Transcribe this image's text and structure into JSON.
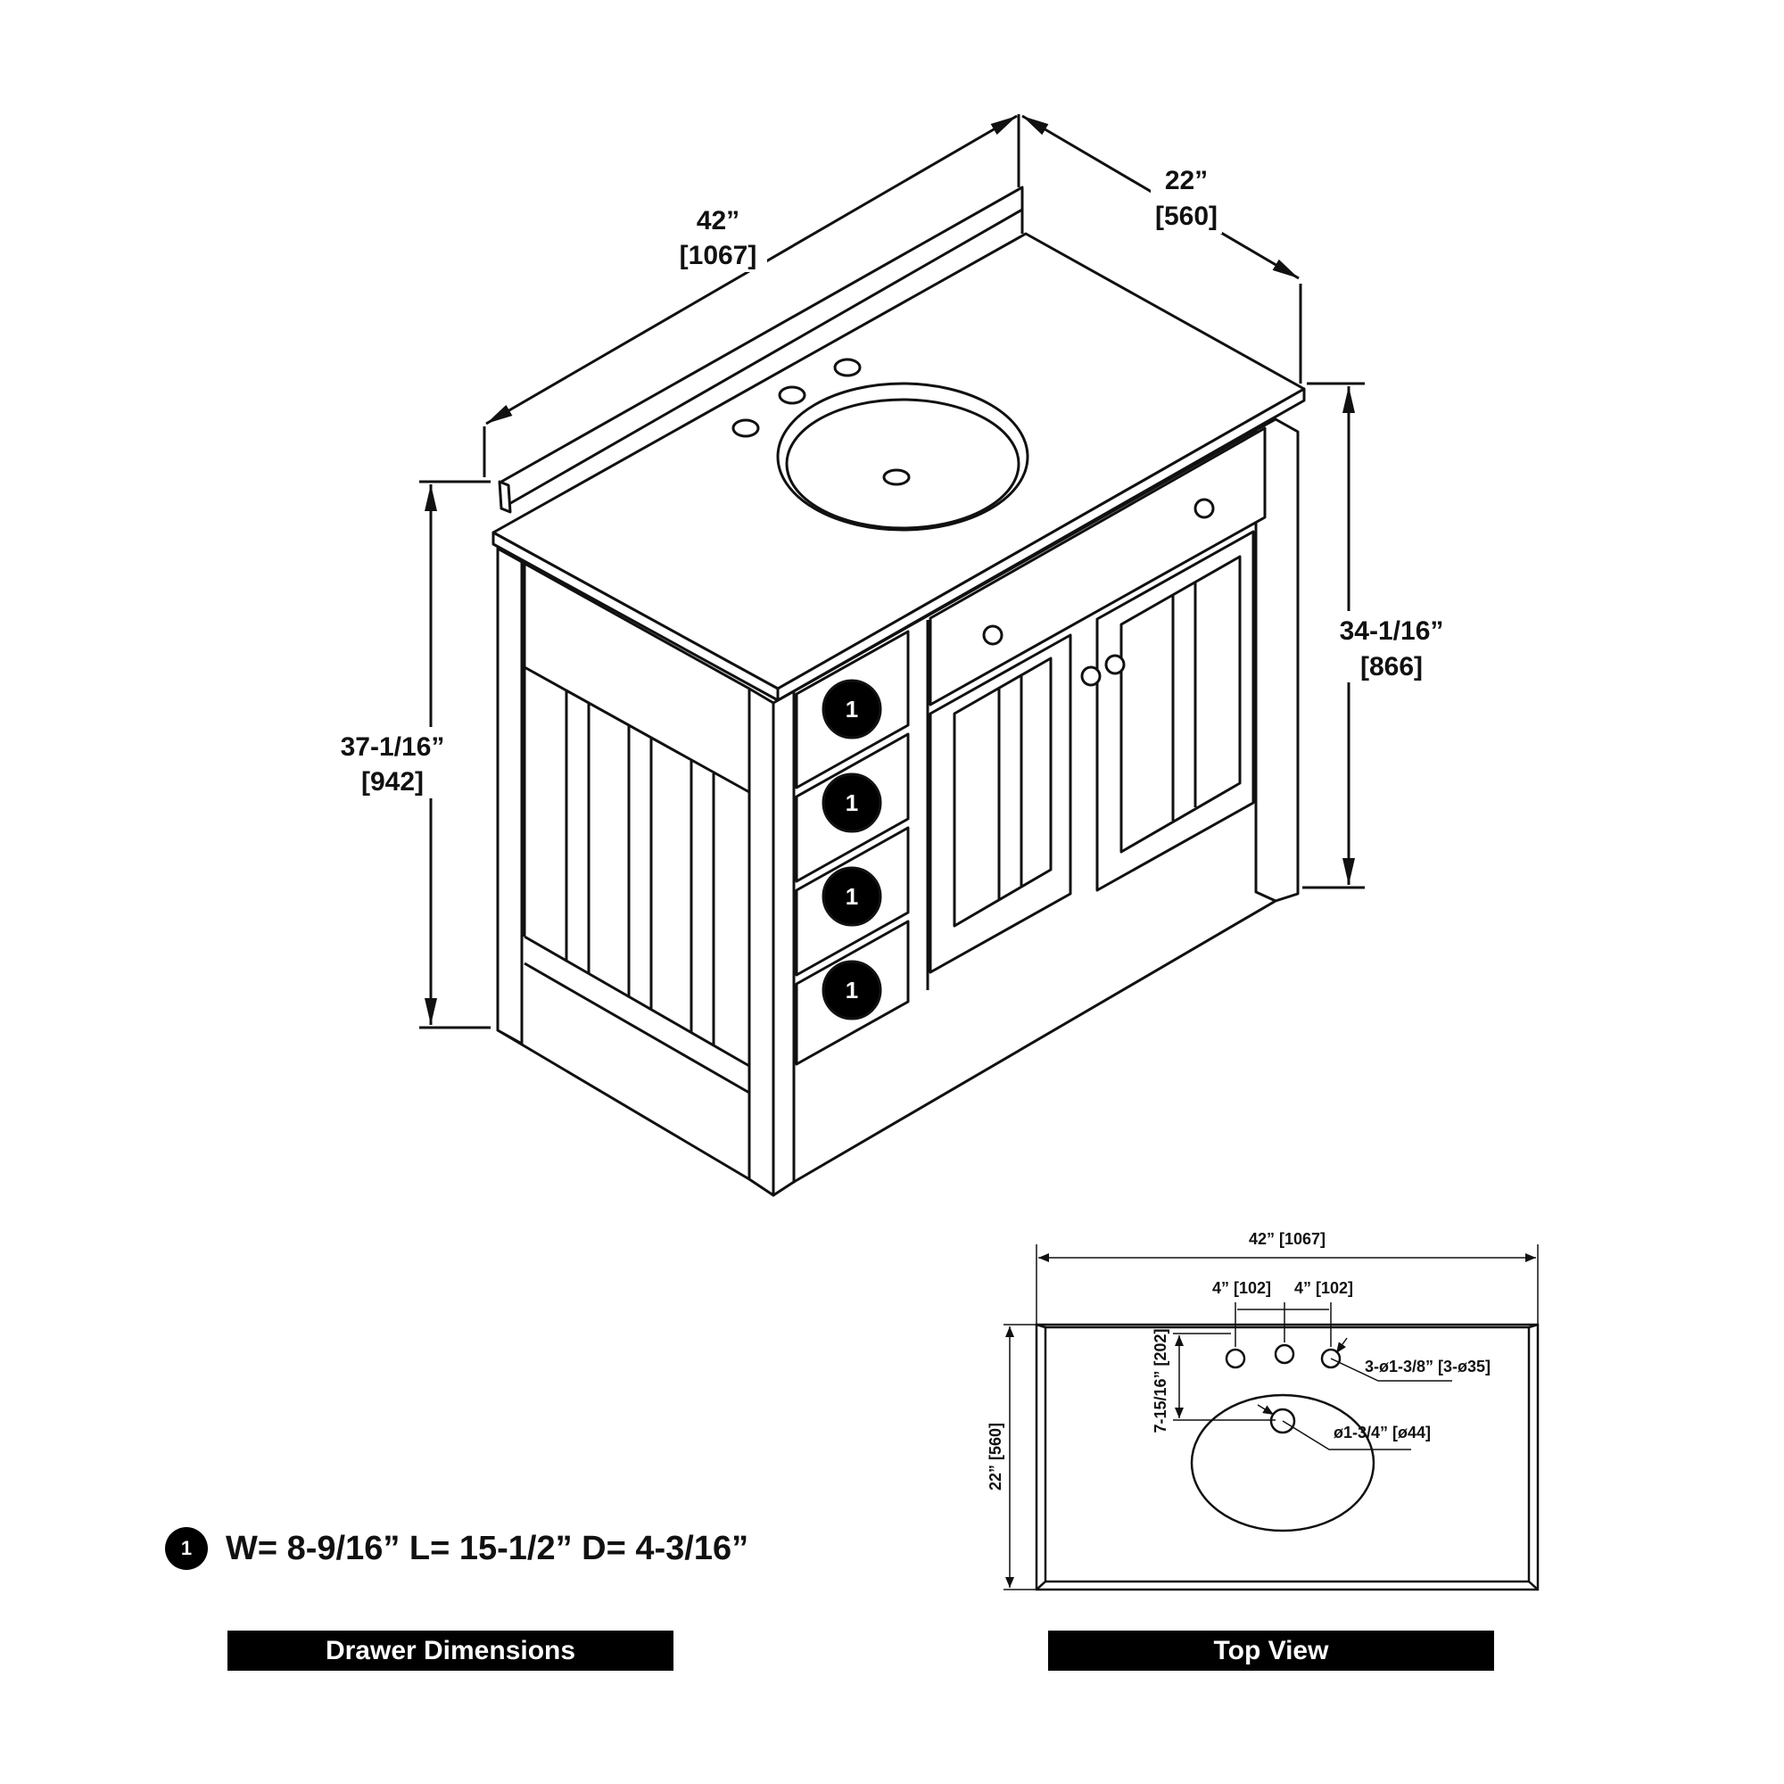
{
  "iso_view": {
    "width_label": "42”",
    "width_metric": "[1067]",
    "depth_label": "22”",
    "depth_metric": "[560]",
    "height_overall_label": "37-1/16”",
    "height_overall_metric": "[942]",
    "height_cabinet_label": "34-1/16”",
    "height_cabinet_metric": "[866]",
    "drawer_badge": "1"
  },
  "drawer_legend": {
    "badge": "1",
    "text": "W= 8-9/16” L= 15-1/2” D= 4-3/16”",
    "banner": "Drawer Dimensions"
  },
  "top_view": {
    "width": "42” [1067]",
    "hole_spacing_left": "4” [102]",
    "hole_spacing_right": "4” [102]",
    "faucet_holes": "3-ø1-3/8” [3-ø35]",
    "drain": "ø1-3/4” [ø44]",
    "depth": "22” [560]",
    "sink_offset": "7-15/16” [202]",
    "banner": "Top View"
  },
  "colors": {
    "line": "#111111",
    "banner_bg": "#000000",
    "banner_text": "#ffffff"
  }
}
